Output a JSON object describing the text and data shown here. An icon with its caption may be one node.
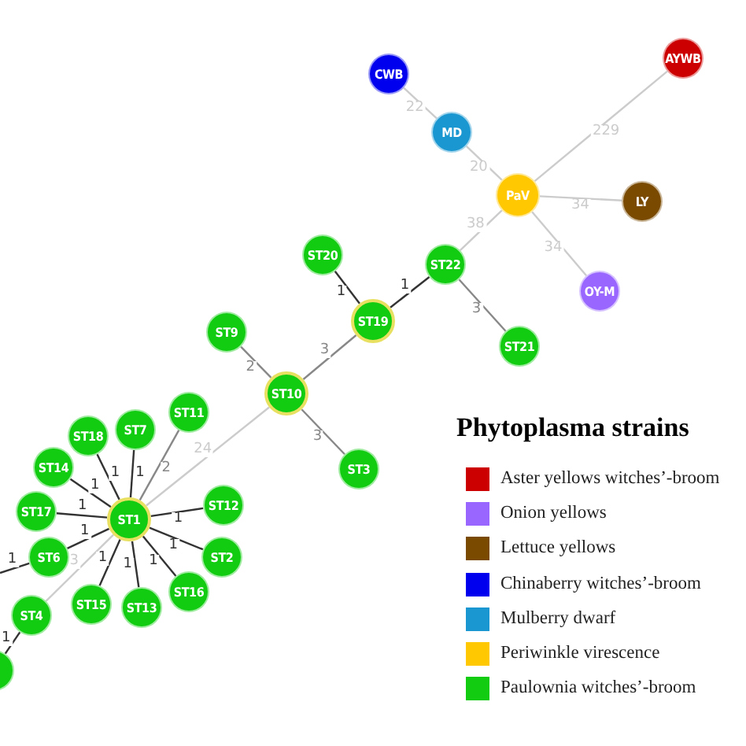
{
  "diagram": {
    "nodes": [
      {
        "text": [
          "AYWB"
        ]
      },
      {
        "text": [
          "CWB"
        ]
      },
      {
        "text": [
          "MD"
        ]
      },
      {
        "text": [
          "PaV"
        ]
      },
      {
        "text": [
          "LY"
        ]
      },
      {
        "text": [
          "OY-M"
        ]
      },
      {
        "text": [
          "ST22"
        ]
      },
      {
        "text": [
          "ST20"
        ]
      },
      {
        "text": [
          "ST19"
        ]
      },
      {
        "text": [
          "ST9"
        ]
      },
      {
        "text": [
          "ST21"
        ]
      },
      {
        "text": [
          "ST10"
        ]
      },
      {
        "text": [
          "ST3"
        ]
      },
      {
        "text": [
          "ST11"
        ]
      },
      {
        "text": [
          "ST7"
        ]
      },
      {
        "text": [
          "ST18"
        ]
      },
      {
        "text": [
          "ST14"
        ]
      },
      {
        "text": [
          "ST1"
        ]
      },
      {
        "text": [
          "ST12"
        ]
      },
      {
        "text": [
          "ST17"
        ]
      },
      {
        "text": [
          "ST6"
        ]
      },
      {
        "text": [
          "ST2"
        ]
      },
      {
        "text": [
          "ST16"
        ]
      },
      {
        "text": [
          "ST15"
        ]
      },
      {
        "text": [
          "ST13"
        ]
      },
      {
        "text": [
          "ST4"
        ]
      },
      {
        "text": [],
        "shape": "circle"
      }
    ],
    "edges": [
      {
        "from": 1,
        "to": 2,
        "arrow": "none",
        "label": "22",
        "color": "#cccccc"
      },
      {
        "from": 2,
        "to": 3,
        "arrow": "none",
        "label": "20",
        "color": "#cccccc"
      },
      {
        "from": 3,
        "to": 0,
        "arrow": "none",
        "label": "229",
        "color": "#cccccc"
      },
      {
        "from": 3,
        "to": 4,
        "arrow": "none",
        "label": "34",
        "color": "#cccccc"
      },
      {
        "from": 3,
        "to": 5,
        "arrow": "none",
        "label": "34",
        "color": "#cccccc"
      },
      {
        "from": 3,
        "to": 6,
        "arrow": "none",
        "label": "38",
        "color": "#cccccc"
      },
      {
        "from": 6,
        "to": 8,
        "arrow": "none",
        "label": "1"
      },
      {
        "from": 6,
        "to": 10,
        "arrow": "none",
        "label": "3",
        "color": "#888888"
      },
      {
        "from": 7,
        "to": 8,
        "arrow": "none",
        "label": "1"
      },
      {
        "from": 8,
        "to": 11,
        "arrow": "none",
        "label": "3",
        "color": "#888888"
      },
      {
        "from": 9,
        "to": 11,
        "arrow": "none",
        "label": "2",
        "color": "#888888"
      },
      {
        "from": 11,
        "to": 12,
        "arrow": "none",
        "label": "3",
        "color": "#888888"
      },
      {
        "from": 11,
        "to": 17,
        "arrow": "none",
        "label": "24",
        "color": "#cccccc"
      },
      {
        "from": 17,
        "to": 13,
        "arrow": "none",
        "label": "2",
        "color": "#888888"
      },
      {
        "from": 17,
        "to": 14,
        "arrow": "none",
        "label": "1"
      },
      {
        "from": 17,
        "to": 15,
        "arrow": "none",
        "label": "1"
      },
      {
        "from": 17,
        "to": 16,
        "arrow": "none",
        "label": "1"
      },
      {
        "from": 17,
        "to": 19,
        "arrow": "none",
        "label": "1"
      },
      {
        "from": 17,
        "to": 20,
        "arrow": "none",
        "label": "1"
      },
      {
        "from": 17,
        "to": 18,
        "arrow": "none",
        "label": "1"
      },
      {
        "from": 17,
        "to": 21,
        "arrow": "none",
        "label": "1"
      },
      {
        "from": 17,
        "to": 22,
        "arrow": "none",
        "label": "1"
      },
      {
        "from": 17,
        "to": 23,
        "arrow": "none",
        "label": "1"
      },
      {
        "from": 17,
        "to": 24,
        "arrow": "none",
        "label": "1"
      },
      {
        "from": 17,
        "to": 25,
        "arrow": "none",
        "label": "3",
        "color": "#cccccc"
      },
      {
        "from": 25,
        "to": 26,
        "arrow": "none",
        "label": "1"
      },
      {
        "from": 20,
        "to": null,
        "arrow": "none",
        "label": "1"
      }
    ],
    "labels": [
      "Phytoplasma strains"
    ],
    "legend": [
      {
        "text": "Aster yellows witches’-broom",
        "color": "#cc0000"
      },
      {
        "text": "Onion yellows",
        "color": "#9966ff"
      },
      {
        "text": "Lettuce yellows",
        "color": "#7a4a00"
      },
      {
        "text": "Chinaberry witches’-broom",
        "color": "#0000ee"
      },
      {
        "text": "Mulberry dwarf",
        "color": "#1a96d0"
      },
      {
        "text": "Periwinkle virescence",
        "color": "#ffc800"
      },
      {
        "text": "Paulownia witches’-broom",
        "color": "#11cc11"
      }
    ]
  }
}
